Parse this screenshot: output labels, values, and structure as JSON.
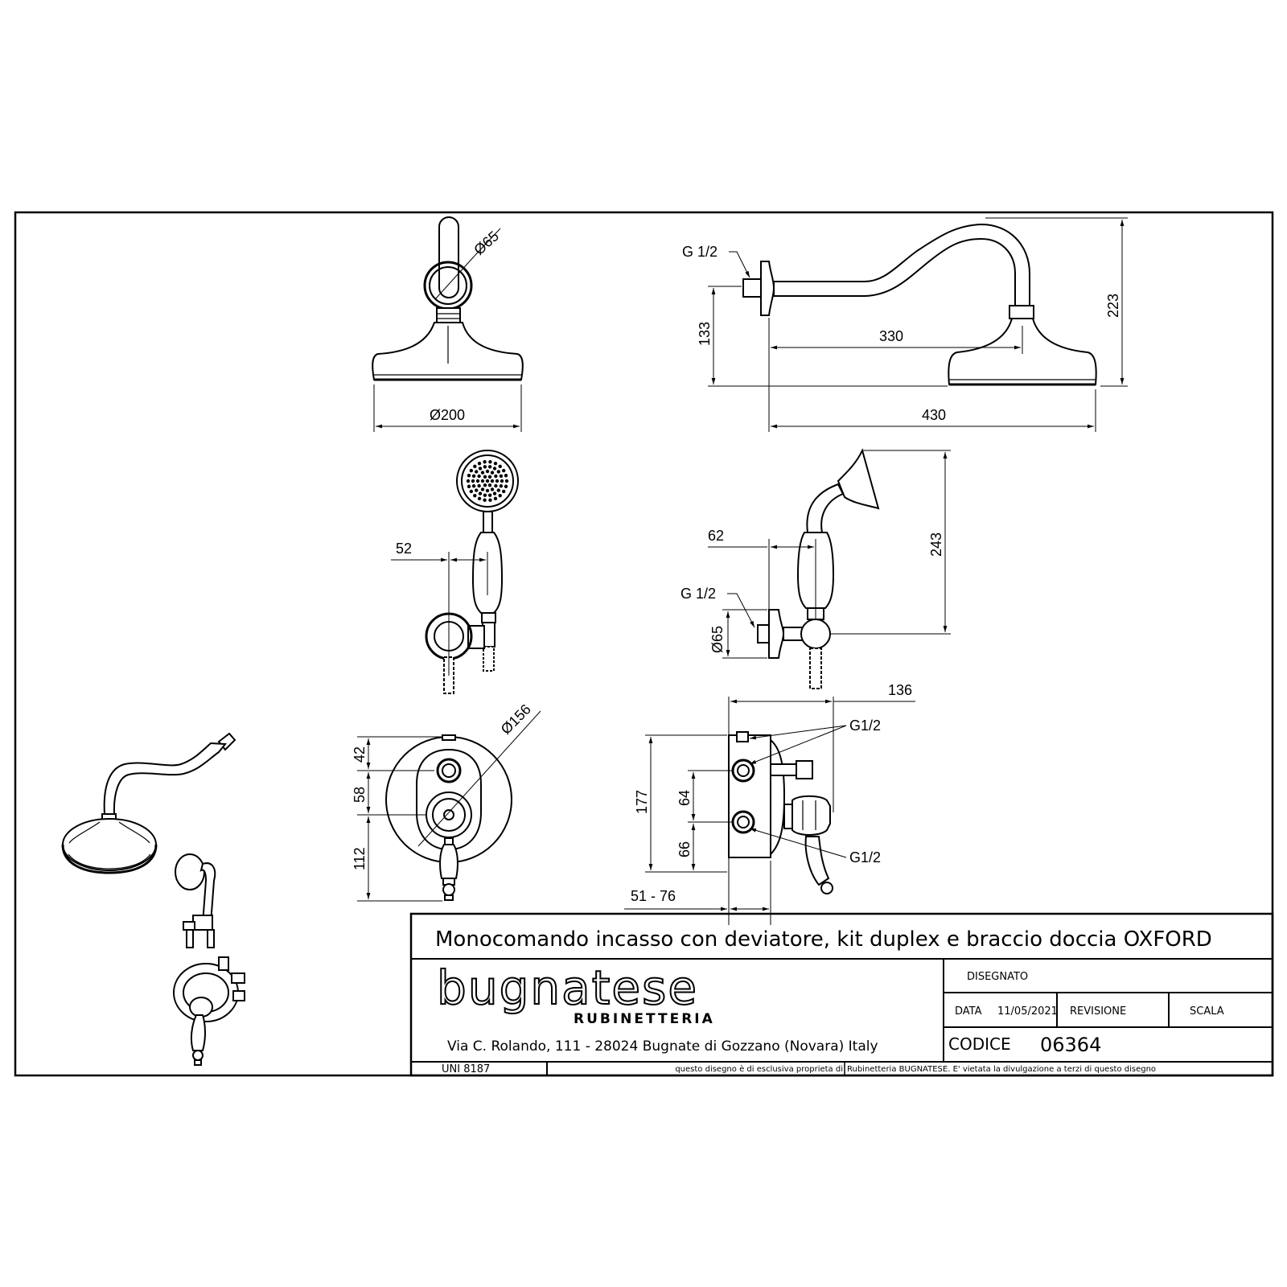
{
  "dimensions": {
    "head_top_diameter": "Ø65",
    "head_width": "Ø200",
    "thread_arm": "G 1/2",
    "arm_reach": "330",
    "arm_drop": "133",
    "arm_total_height": "223",
    "arm_total_length": "430",
    "hand_offset_front": "52",
    "hand_offset_side": "62",
    "thread_hand": "G 1/2",
    "wall_outlet_diameter": "Ø65",
    "hand_height": "243",
    "mixer_plate_diameter": "Ø156",
    "mixer_top": "42",
    "mixer_mid": "58",
    "mixer_bottom": "112",
    "body_depth": "136",
    "body_height": "177",
    "body_upper": "64",
    "body_lower": "66",
    "wall_depth": "51 - 76",
    "thread_top": "G1/2",
    "thread_bottom": "G1/2"
  },
  "title_block": {
    "title": "Monocomando incasso con deviatore, kit duplex e braccio doccia OXFORD",
    "logo": "bugnatese",
    "logo_sub": "RUBINETTERIA",
    "address": "Via C. Rolando, 111 - 28024 Bugnate di Gozzano (Novara) Italy",
    "disegnato_label": "DISEGNATO",
    "data_label": "DATA",
    "data_value": "11/05/2021",
    "revisione_label": "REVISIONE",
    "scala_label": "SCALA",
    "codice_label": "CODICE",
    "codice_value": "06364",
    "standard": "UNI 8187",
    "notice_left": "questo disegno è di esclusiva proprieta di",
    "notice_right": "Rubinetteria BUGNATESE. E' vietata la divulgazione a terzi di questo disegno"
  }
}
